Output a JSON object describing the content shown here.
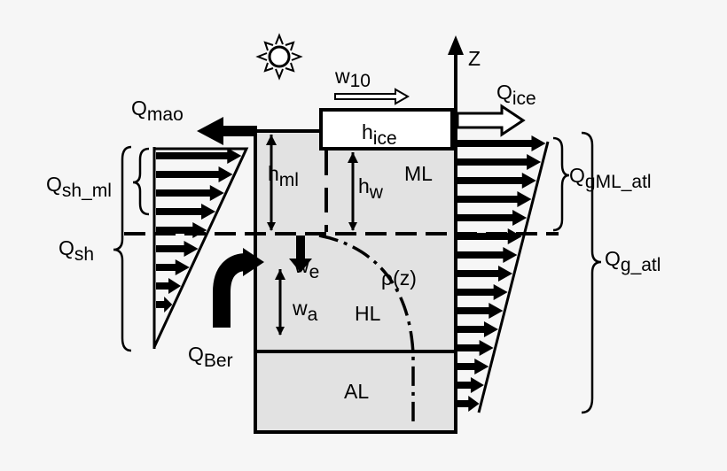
{
  "labels": {
    "z_axis": "Z",
    "w10_base": "w",
    "w10_sub": "10",
    "qice_base": "Q",
    "qice_sub": "ice",
    "qmao_base": "Q",
    "qmao_sub": "mao",
    "hice_base": "h",
    "hice_sub": "ice",
    "hml_base": "h",
    "hml_sub": "ml",
    "hw_base": "h",
    "hw_sub": "w",
    "ml": "ML",
    "qshml_base": "Q",
    "qshml_sub": "sh_ml",
    "qsh_base": "Q",
    "qsh_sub": "sh",
    "qgml_base": "Q",
    "qgml_sub": "gML_atl",
    "qg_base": "Q",
    "qg_sub": "g_atl",
    "we_base": "w",
    "we_sub": "e",
    "rho": "ρ(z)",
    "wa_base": "w",
    "wa_sub": "a",
    "hl": "HL",
    "qber_base": "Q",
    "qber_sub": "Ber",
    "al": "AL"
  },
  "icons": [
    "sun-icon"
  ],
  "colors": {
    "fill": "#e2e2e2",
    "ink": "#000000",
    "background": "#f6f6f6"
  }
}
